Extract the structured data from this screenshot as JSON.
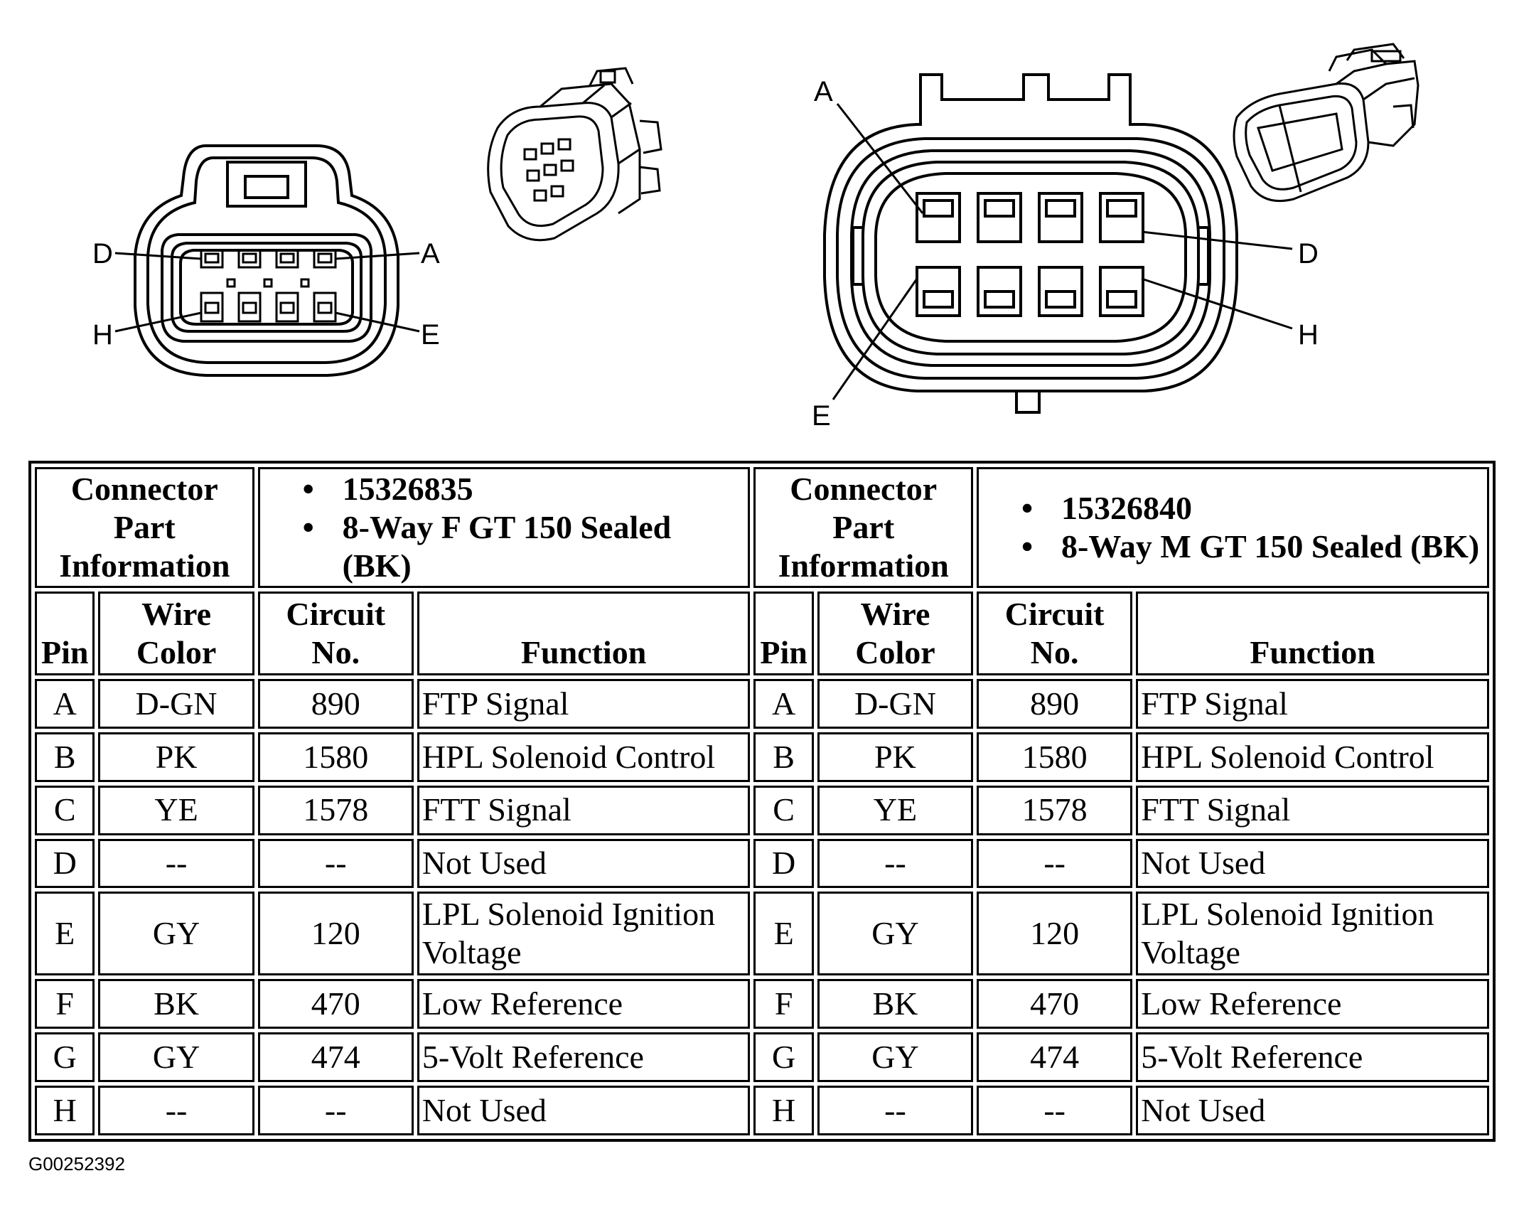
{
  "figure_id": "G00252392",
  "pin_callouts": {
    "female": {
      "A": "A",
      "D": "D",
      "E": "E",
      "H": "H"
    },
    "male": {
      "A": "A",
      "D": "D",
      "E": "E",
      "H": "H"
    }
  },
  "connectors": [
    {
      "part_info_label": "Connector Part Information",
      "part_info": [
        "15326835",
        "8-Way F GT 150 Sealed (BK)"
      ],
      "headers": {
        "pin": "Pin",
        "wire_color": "Wire Color",
        "circuit": "Circuit No.",
        "function": "Function"
      },
      "rows": [
        {
          "pin": "A",
          "wire_color": "D-GN",
          "circuit": "890",
          "function": "FTP Signal"
        },
        {
          "pin": "B",
          "wire_color": "PK",
          "circuit": "1580",
          "function": "HPL Solenoid Control"
        },
        {
          "pin": "C",
          "wire_color": "YE",
          "circuit": "1578",
          "function": "FTT Signal"
        },
        {
          "pin": "D",
          "wire_color": "--",
          "circuit": "--",
          "function": "Not Used"
        },
        {
          "pin": "E",
          "wire_color": "GY",
          "circuit": "120",
          "function": "LPL Solenoid Ignition Voltage"
        },
        {
          "pin": "F",
          "wire_color": "BK",
          "circuit": "470",
          "function": "Low Reference"
        },
        {
          "pin": "G",
          "wire_color": "GY",
          "circuit": "474",
          "function": "5-Volt Reference"
        },
        {
          "pin": "H",
          "wire_color": "--",
          "circuit": "--",
          "function": "Not Used"
        }
      ]
    },
    {
      "part_info_label": "Connector Part Information",
      "part_info": [
        "15326840",
        "8-Way M GT 150 Sealed (BK)"
      ],
      "headers": {
        "pin": "Pin",
        "wire_color": "Wire Color",
        "circuit": "Circuit No.",
        "function": "Function"
      },
      "rows": [
        {
          "pin": "A",
          "wire_color": "D-GN",
          "circuit": "890",
          "function": "FTP Signal"
        },
        {
          "pin": "B",
          "wire_color": "PK",
          "circuit": "1580",
          "function": "HPL Solenoid Control"
        },
        {
          "pin": "C",
          "wire_color": "YE",
          "circuit": "1578",
          "function": "FTT Signal"
        },
        {
          "pin": "D",
          "wire_color": "--",
          "circuit": "--",
          "function": "Not Used"
        },
        {
          "pin": "E",
          "wire_color": "GY",
          "circuit": "120",
          "function": "LPL Solenoid Ignition Voltage"
        },
        {
          "pin": "F",
          "wire_color": "BK",
          "circuit": "470",
          "function": "Low Reference"
        },
        {
          "pin": "G",
          "wire_color": "GY",
          "circuit": "474",
          "function": "5-Volt Reference"
        },
        {
          "pin": "H",
          "wire_color": "--",
          "circuit": "--",
          "function": "Not Used"
        }
      ]
    }
  ]
}
